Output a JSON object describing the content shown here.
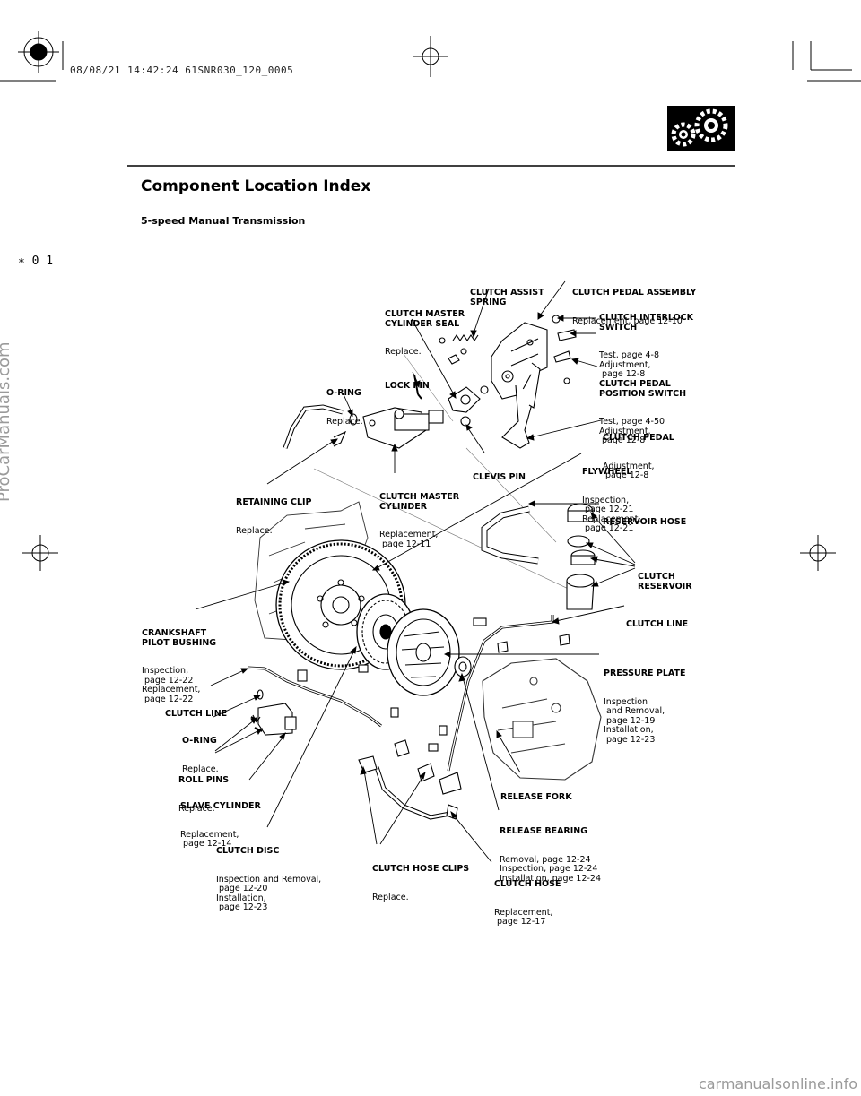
{
  "header": {
    "stamp": "08/08/21 14:42:24 61SNR030_120_0005",
    "marker": "∗ 0 1",
    "title": "Component Location Index",
    "subtitle": "5-speed Manual Transmission"
  },
  "labels": {
    "clutch_assist_spring": {
      "name": "CLUTCH ASSIST\nSPRING",
      "desc": ""
    },
    "clutch_pedal_assembly": {
      "name": "CLUTCH PEDAL ASSEMBLY",
      "desc": "Replacement, page 12-10"
    },
    "clutch_master_cylinder_seal": {
      "name": "CLUTCH MASTER\nCYLINDER SEAL",
      "desc": "Replace."
    },
    "clutch_interlock_switch": {
      "name": "CLUTCH INTERLOCK\nSWITCH",
      "desc": "Test, page 4-8\nAdjustment,\n page 12-8"
    },
    "lock_pin": {
      "name": "LOCK PIN",
      "desc": ""
    },
    "o_ring_top": {
      "name": "O-RING",
      "desc": "Replace."
    },
    "clutch_pedal_position_switch": {
      "name": "CLUTCH PEDAL\nPOSITION SWITCH",
      "desc": "Test, page 4-50\nAdjustment,\n page 12-8"
    },
    "clutch_pedal": {
      "name": "CLUTCH PEDAL",
      "desc": "Adjustment,\n page 12-8"
    },
    "clevis_pin": {
      "name": "CLEVIS PIN",
      "desc": ""
    },
    "flywheel": {
      "name": "FLYWHEEL",
      "desc": "Inspection,\n page 12-21\nReplacement,\n page 12-21"
    },
    "retaining_clip": {
      "name": "RETAINING CLIP",
      "desc": "Replace."
    },
    "clutch_master_cylinder": {
      "name": "CLUTCH MASTER\nCYLINDER",
      "desc": "Replacement,\n page 12-11"
    },
    "reservoir_hose": {
      "name": "RESERVOIR HOSE",
      "desc": ""
    },
    "clutch_reservoir": {
      "name": "CLUTCH\nRESERVOIR",
      "desc": ""
    },
    "clutch_line_right": {
      "name": "CLUTCH LINE",
      "desc": ""
    },
    "crankshaft_pilot_bushing": {
      "name": "CRANKSHAFT\nPILOT BUSHING",
      "desc": "Inspection,\n page 12-22\nReplacement,\n page 12-22"
    },
    "pressure_plate": {
      "name": "PRESSURE PLATE",
      "desc": "Inspection\n and Removal,\n page 12-19\nInstallation,\n page 12-23"
    },
    "clutch_line_left": {
      "name": "CLUTCH LINE",
      "desc": ""
    },
    "o_ring_bottom": {
      "name": "O-RING",
      "desc": "Replace."
    },
    "roll_pins": {
      "name": "ROLL PINS",
      "desc": "Replace."
    },
    "release_fork": {
      "name": "RELEASE FORK",
      "desc": ""
    },
    "slave_cylinder": {
      "name": "SLAVE CYLINDER",
      "desc": "Replacement,\n page 12-14"
    },
    "release_bearing": {
      "name": "RELEASE BEARING",
      "desc": "Removal, page 12-24\nInspection, page 12-24\nInstallation, page 12-24"
    },
    "clutch_disc": {
      "name": "CLUTCH DISC",
      "desc": "Inspection and Removal,\n page 12-20\nInstallation,\n page 12-23"
    },
    "clutch_hose_clips": {
      "name": "CLUTCH HOSE CLIPS",
      "desc": "Replace."
    },
    "clutch_hose": {
      "name": "CLUTCH HOSE",
      "desc": "Replacement,\n page 12-17"
    }
  },
  "side_watermark": "ProCarManuals.com",
  "footer_watermark": "carmanualsonline.info"
}
